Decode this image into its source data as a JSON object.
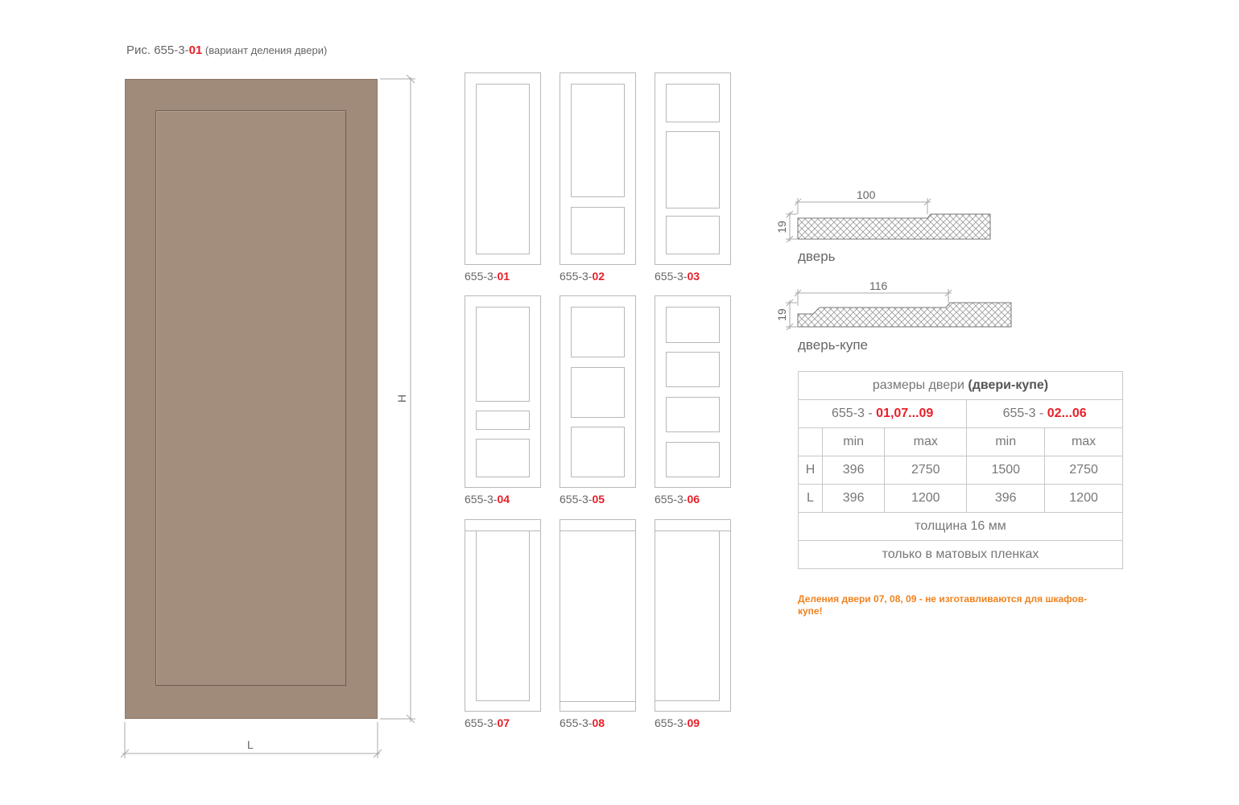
{
  "figure": {
    "caption_prefix": "Рис. 655-3-",
    "caption_code": "01",
    "caption_suffix": " (вариант деления двери)",
    "dim_h": "H",
    "dim_l": "L",
    "door_color": "#a08a7a"
  },
  "variants": [
    {
      "prefix": "655-3-",
      "code": "01"
    },
    {
      "prefix": "655-3-",
      "code": "02"
    },
    {
      "prefix": "655-3-",
      "code": "03"
    },
    {
      "prefix": "655-3-",
      "code": "04"
    },
    {
      "prefix": "655-3-",
      "code": "05"
    },
    {
      "prefix": "655-3-",
      "code": "06"
    },
    {
      "prefix": "655-3-",
      "code": "07"
    },
    {
      "prefix": "655-3-",
      "code": "08"
    },
    {
      "prefix": "655-3-",
      "code": "09"
    }
  ],
  "profiles": [
    {
      "width": "100",
      "thickness": "19",
      "label": "дверь"
    },
    {
      "width": "116",
      "thickness": "19",
      "label": "дверь-купе"
    }
  ],
  "table": {
    "title_plain": "размеры двери ",
    "title_bold": "(двери-купе)",
    "group1_prefix": "655-3 - ",
    "group1_codes": "01,07...09",
    "group2_prefix": "655-3 - ",
    "group2_codes": "02...06",
    "col_min": "min",
    "col_max": "max",
    "rows": [
      {
        "label": "H",
        "v1": "396",
        "v2": "2750",
        "v3": "1500",
        "v4": "2750"
      },
      {
        "label": "L",
        "v1": "396",
        "v2": "1200",
        "v3": "396",
        "v4": "1200"
      }
    ],
    "thickness": "толщина 16 мм",
    "films": "только в матовых пленках"
  },
  "note": "Деления двери 07, 08, 09 - не изготавливаются для шкафов-купе!",
  "colors": {
    "accent_red": "#e8202a",
    "note_orange": "#f0821e",
    "line_gray": "#b8b8b8"
  }
}
